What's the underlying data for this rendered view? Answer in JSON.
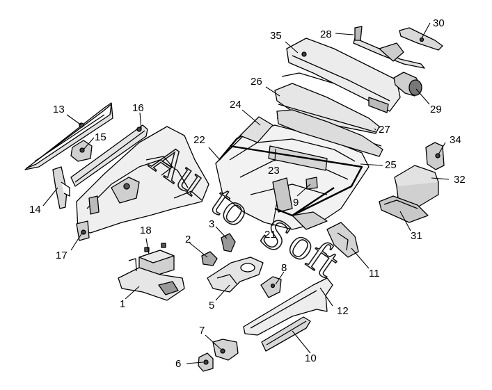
{
  "diagram": {
    "watermark": "AutoSoft",
    "callouts": [
      "1",
      "2",
      "3",
      "5",
      "6",
      "7",
      "8",
      "9",
      "10",
      "11",
      "12",
      "13",
      "14",
      "15",
      "16",
      "17",
      "18",
      "21",
      "22",
      "23",
      "24",
      "25",
      "26",
      "27",
      "28",
      "29",
      "30",
      "31",
      "32",
      "34",
      "35"
    ]
  },
  "colors": {
    "line": "#000000",
    "fill": "#ffffff",
    "shade": "#d8d8d8",
    "dark": "#8a8a8a"
  }
}
